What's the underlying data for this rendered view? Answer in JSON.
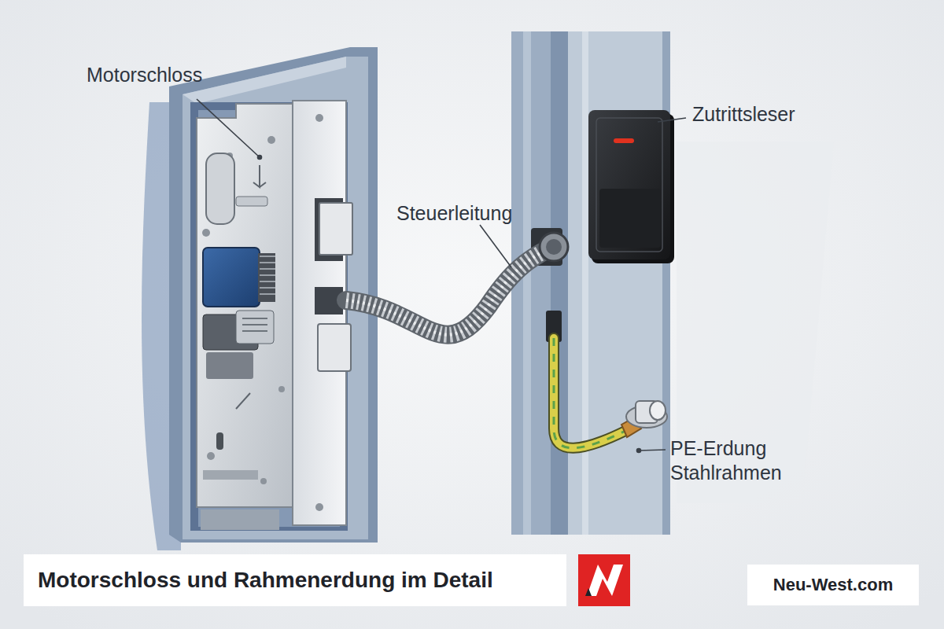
{
  "diagram": {
    "title": "Motorschloss und Rahmenerdung im Detail",
    "labels": [
      "Motorschloss",
      "Steuerleitung",
      "Zutrittsleser",
      "PE-Erdung Stahlrahmen",
      "Neu-West.com"
    ]
  }
}
